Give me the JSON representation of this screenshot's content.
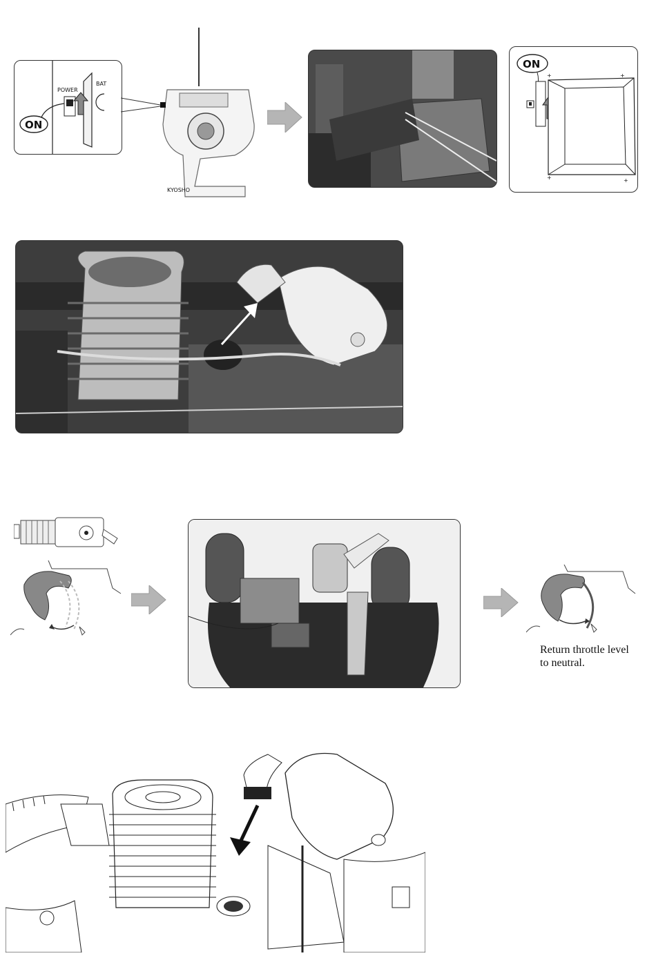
{
  "step1": {
    "on_label_left": "ON",
    "power_label": "POWER",
    "bat_label": "BAT",
    "brand_label": "KYOSHO",
    "on_label_right": "ON"
  },
  "step3": {
    "caption_line1": "Return throttle level",
    "caption_line2": "to neutral."
  }
}
